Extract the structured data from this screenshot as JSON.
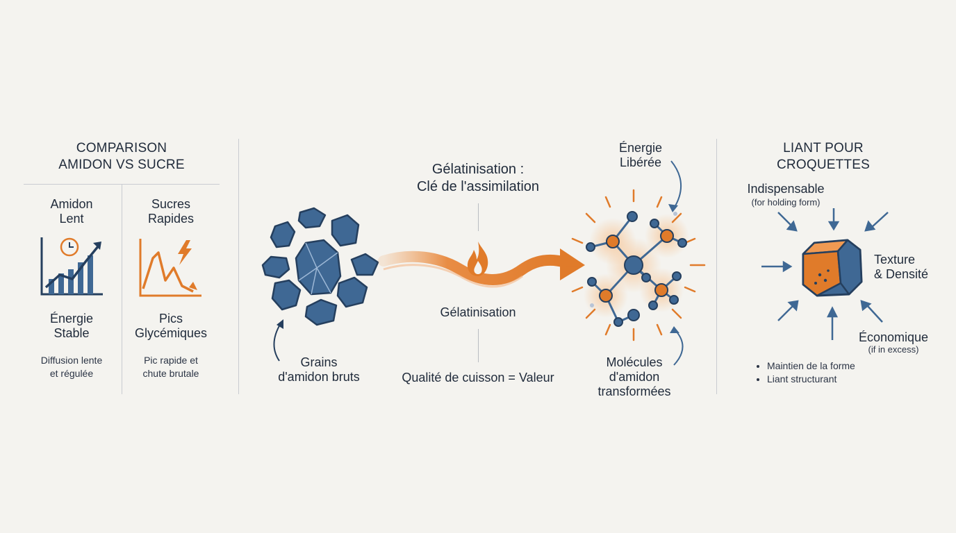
{
  "colors": {
    "blue": "#3f6894",
    "blue_dark": "#253f5e",
    "orange": "#e07b2a",
    "background": "#f4f3ef"
  },
  "comparison": {
    "title": "COMPARISON\nAMIDON VS SUCRE",
    "left": {
      "heading": "Amidon\nLent",
      "result": "Énergie\nStable",
      "note": "Diffusion lente\net régulée",
      "icon": "rising-bar-chart-clock-icon"
    },
    "right": {
      "heading": "Sucres\nRapides",
      "result": "Pics\nGlycémiques",
      "note": "Pic rapide et\nchute brutale",
      "icon": "spike-drop-lightning-icon"
    }
  },
  "process": {
    "title": "Gélatinisation :\nClé de l'assimilation",
    "wave_label": "Gélatinisation",
    "footer": "Qualité de cuisson = Valeur",
    "raw_label": "Grains\nd'amidon bruts",
    "energy_label": "Énergie\nLibérée",
    "molecules_label": "Molécules\nd'amidon\ntransformées",
    "icon": "flame-icon"
  },
  "binder": {
    "title": "LIANT POUR\nCROQUETTES",
    "indispensable": "Indispensable",
    "indispensable_note": "(for holding form)",
    "texture": "Texture\n& Densité",
    "economique": "Économique",
    "economique_note": "(if in excess)",
    "bullets": [
      "Maintien de la forme",
      "Liant structurant"
    ],
    "icon": "kibble-cube-icon"
  }
}
